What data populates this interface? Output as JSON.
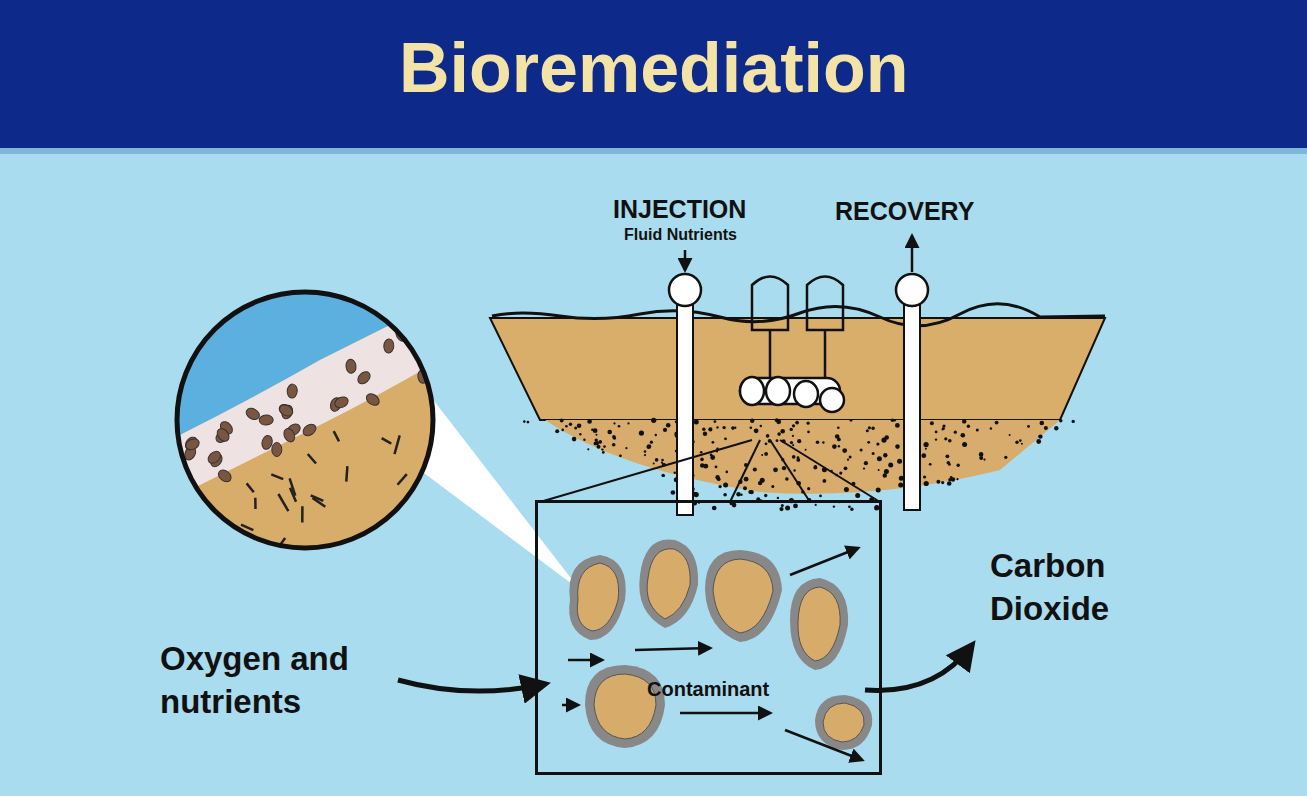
{
  "diagram": {
    "title": "Bioremediation",
    "nodes": [
      {
        "text": [
          "Contaminant"
        ]
      }
    ],
    "labels": [
      "INJECTION",
      "Fluid Nutrients",
      "RECOVERY",
      "Oxygen and nutrients",
      "Carbon Dioxide"
    ]
  }
}
